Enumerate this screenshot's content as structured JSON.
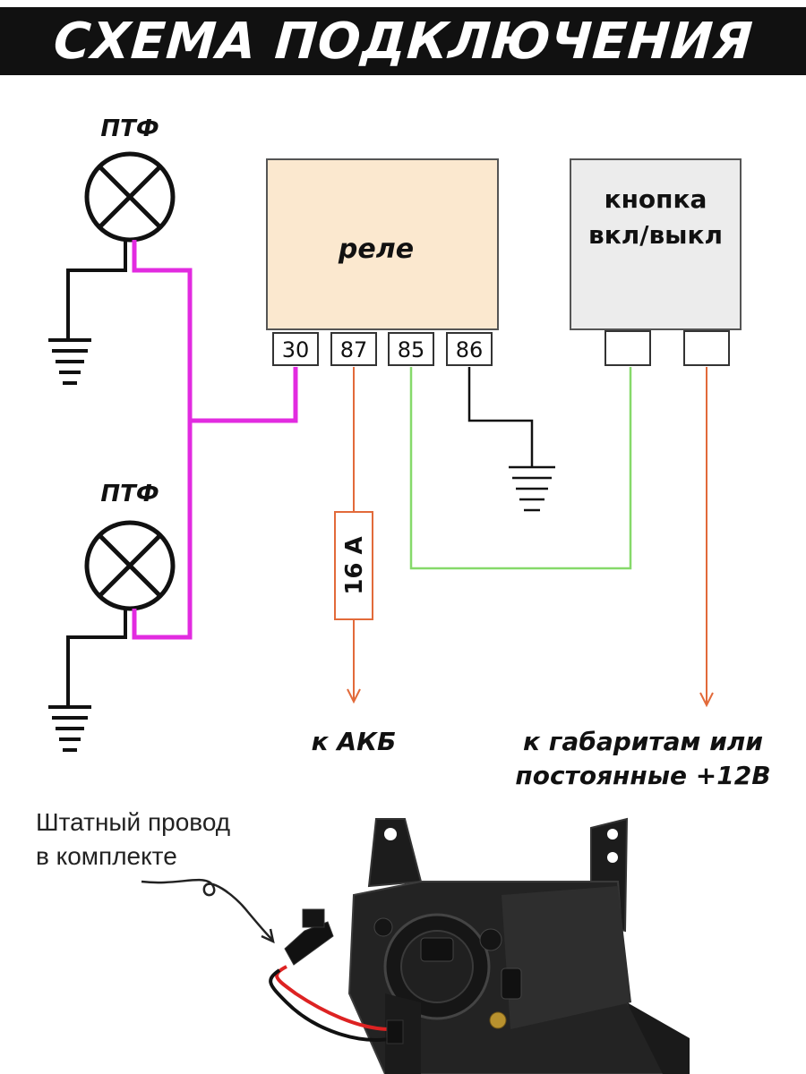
{
  "title": "СХЕМА ПОДКЛЮЧЕНИЯ",
  "lamps": [
    {
      "label": "ПТФ"
    },
    {
      "label": "ПТФ"
    }
  ],
  "relay": {
    "label": "реле",
    "pins": [
      "30",
      "87",
      "85",
      "86"
    ]
  },
  "switch": {
    "label_line1": "кнопка",
    "label_line2": "вкл/выкл"
  },
  "fuse": {
    "label": "16 А"
  },
  "destinations": {
    "battery": "к АКБ",
    "lights_line1": "к габаритам или",
    "lights_line2": "постоянные +12В"
  },
  "callout": {
    "line1": "Штатный провод",
    "line2": "в комплекте"
  },
  "colors": {
    "magenta": "#e22be0",
    "green": "#86d96a",
    "orange": "#e26a3a",
    "relay_fill": "#fbe8cf",
    "switch_fill": "#ececec"
  }
}
